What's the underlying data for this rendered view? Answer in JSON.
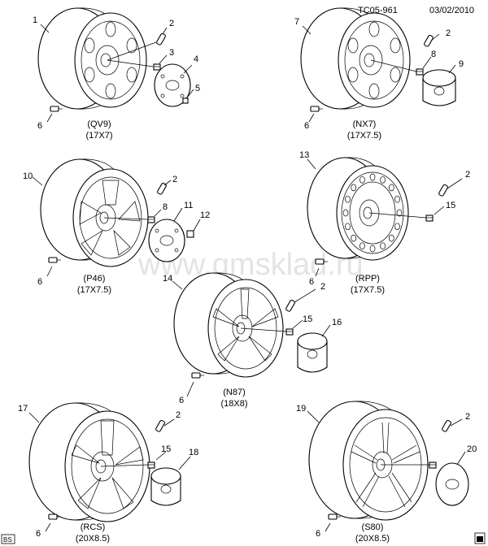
{
  "header": {
    "code": "TC05-961",
    "date": "03/02/2010"
  },
  "watermark": "www.gmsklad.ru",
  "corner_badge": "BS",
  "wheels": [
    {
      "id": "qv9",
      "option": "(QV9)",
      "size": "(17X7)"
    },
    {
      "id": "nx7",
      "option": "(NX7)",
      "size": "(17X7.5)"
    },
    {
      "id": "p46",
      "option": "(P46)",
      "size": "(17X7.5)"
    },
    {
      "id": "rpp",
      "option": "(RPP)",
      "size": "(17X7.5)"
    },
    {
      "id": "n87",
      "option": "(N87)",
      "size": "(18X8)"
    },
    {
      "id": "rcs",
      "option": "(RCS)",
      "size": "(20X8.5)"
    },
    {
      "id": "s80",
      "option": "(S80)",
      "size": "(20X8.5)"
    }
  ],
  "callouts": [
    "1",
    "2",
    "3",
    "4",
    "5",
    "6",
    "7",
    "2",
    "8",
    "9",
    "6",
    "10",
    "2",
    "8",
    "11",
    "12",
    "6",
    "13",
    "2",
    "15",
    "6",
    "14",
    "2",
    "15",
    "16",
    "6",
    "17",
    "2",
    "15",
    "18",
    "6",
    "19",
    "2",
    "20",
    "6"
  ],
  "icons": [
    "wheel-icon",
    "valve-stem-icon",
    "lug-nut-icon",
    "center-cap-icon",
    "bolt-icon"
  ]
}
